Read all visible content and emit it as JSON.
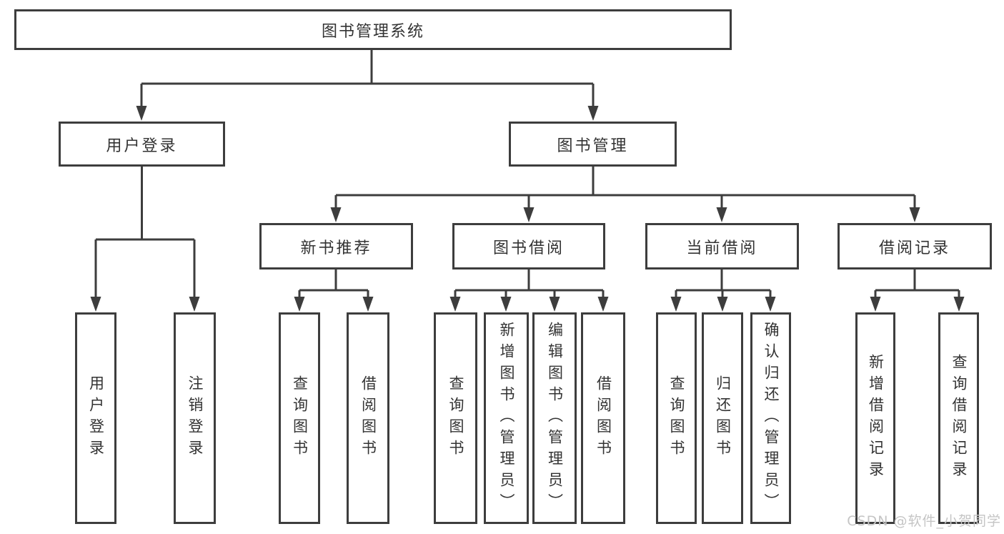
{
  "tree": {
    "label": "图书管理系统",
    "children": [
      {
        "label": "用户登录",
        "children": [
          {
            "label": "用户登录"
          },
          {
            "label": "注销登录"
          }
        ]
      },
      {
        "label": "图书管理",
        "children": [
          {
            "label": "新书推荐",
            "children": [
              {
                "label": "查询图书"
              },
              {
                "label": "借阅图书"
              }
            ]
          },
          {
            "label": "图书借阅",
            "children": [
              {
                "label": "查询图书"
              },
              {
                "label": "新增图书（管理员）"
              },
              {
                "label": "编辑图书（管理员）"
              },
              {
                "label": "借阅图书"
              }
            ]
          },
          {
            "label": "当前借阅",
            "children": [
              {
                "label": "查询图书"
              },
              {
                "label": "归还图书"
              },
              {
                "label": "确认归还（管理员）"
              }
            ]
          },
          {
            "label": "借阅记录",
            "children": [
              {
                "label": "新增借阅记录"
              },
              {
                "label": "查询借阅记录"
              }
            ]
          }
        ]
      }
    ]
  },
  "watermark": {
    "text": "CSDN @软件_小贺同学"
  },
  "colors": {
    "line": "#3d3d3d",
    "text": "#333333",
    "background": "#ffffff",
    "watermark": "#c5c5c5"
  }
}
